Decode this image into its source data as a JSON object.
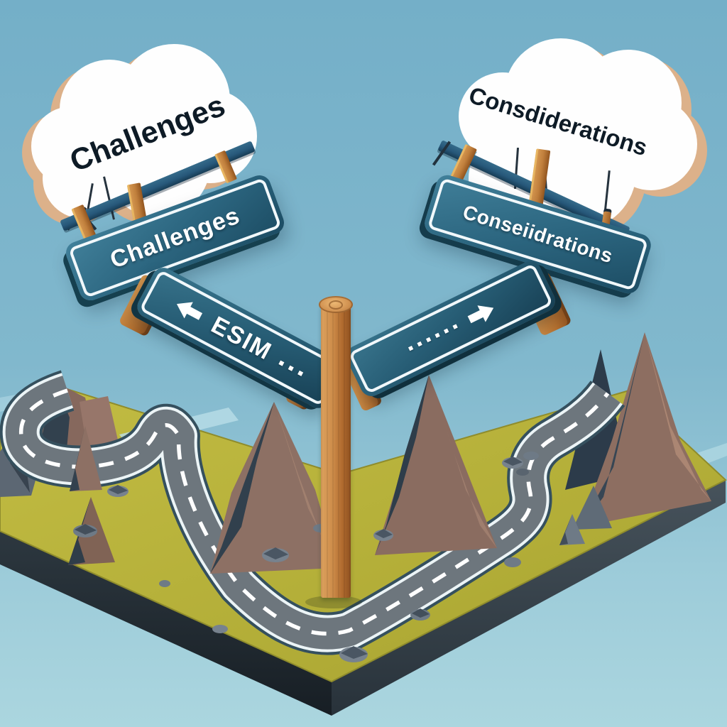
{
  "illustration": {
    "style": "3D isometric road-junction concept art",
    "clouds": {
      "left": {
        "text": "Challenges"
      },
      "right": {
        "text": "Consdiderations"
      }
    },
    "hanging_signs": {
      "left": {
        "text": "Challenges"
      },
      "right": {
        "text": "Conseiidrations"
      }
    },
    "direction_signs": {
      "left": {
        "text": "ESIM",
        "dashes": "▪  ▪  ▪",
        "arrow": "left"
      },
      "right": {
        "dashes": "▪  ▪  ▪  ▪  ▪  ▪",
        "arrow": "right"
      }
    },
    "colors": {
      "sky": "#81b8cd",
      "sign_teal": "#275d75",
      "cloud_white": "#fefefe",
      "cloud_shadow_tan": "#dcb18a",
      "grass": "#b5b03a",
      "road_grey": "#6d767d",
      "road_line_white": "#ffffff",
      "wood": "#c98a4e",
      "mountain_brown": "#8d7064",
      "mountain_shadow": "#32414e"
    }
  }
}
